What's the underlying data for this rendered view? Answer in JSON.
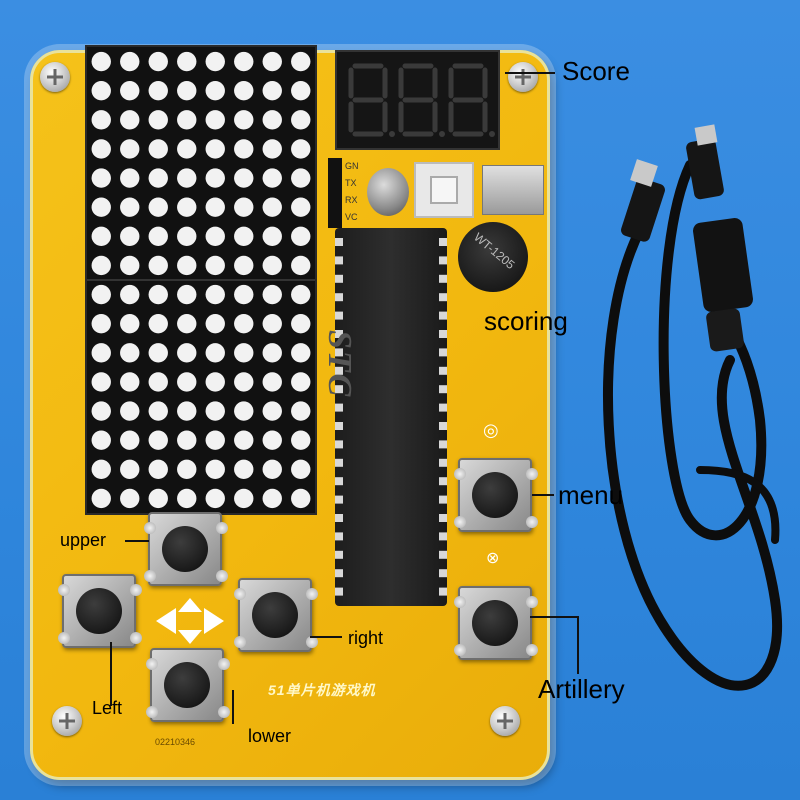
{
  "labels": {
    "score": "Score",
    "scoring": "scoring",
    "menu": "menu",
    "upper": "upper",
    "right": "right",
    "left": "Left",
    "lower": "lower",
    "artillery": "Artillery"
  },
  "board": {
    "chip_label": "STC",
    "buzzer_label": "WT-1205",
    "pcb_title": "51单片机游戏机",
    "serial_number": "02210346",
    "header_pins": [
      "GN",
      "TX",
      "RX",
      "VC"
    ],
    "display_digits": "8.8.8."
  },
  "colors": {
    "background": "#3b8ee2",
    "board": "#f5c21a",
    "led_off": "#f2f2f2",
    "matrix_body": "#111111",
    "button_cap": "#1a1a1a"
  },
  "icons": {
    "direction_arrows": "arrow-cross-icon",
    "screw": "screw-icon",
    "usb_cable": "usb-cable-icon"
  }
}
